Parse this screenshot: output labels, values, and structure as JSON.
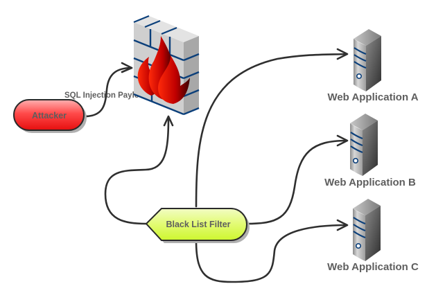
{
  "diagram": {
    "nodes": {
      "attacker": {
        "label": "Attacker",
        "color": "#f02a2a"
      },
      "firewall": {
        "label": "Firewall"
      },
      "filter": {
        "label": "Black List Filter",
        "color": "#d8f84a"
      },
      "web_a": {
        "label": "Web Application A"
      },
      "web_b": {
        "label": "Web Application B"
      },
      "web_c": {
        "label": "Web Application C"
      }
    },
    "edges": [
      {
        "from": "attacker",
        "to": "firewall",
        "label": "SQL Injection Payload"
      },
      {
        "from": "filter",
        "to": "firewall",
        "label": ""
      },
      {
        "from": "filter",
        "to": "web_a",
        "label": ""
      },
      {
        "from": "filter",
        "to": "web_b",
        "label": ""
      },
      {
        "from": "filter",
        "to": "web_c",
        "label": ""
      }
    ],
    "edge_label_visible": "SQL Injection Paylo",
    "colors": {
      "line": "#2f2f2f",
      "text": "#5e5e5e",
      "firewall_brick": "#cfcfcf",
      "firewall_mortar": "#0b3f7a",
      "flame": "#c80000",
      "server_body": "#9a9a9a",
      "server_stripe": "#0b3f7a"
    }
  }
}
